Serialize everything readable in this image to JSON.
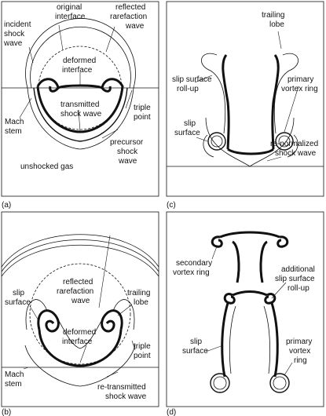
{
  "panels": {
    "a": {
      "letter": "(a)",
      "labels": {
        "original_interface_1": "original",
        "original_interface_2": "interface",
        "reflected_rarefaction_1": "reflected",
        "reflected_rarefaction_2": "rarefaction",
        "reflected_rarefaction_3": "wave",
        "incident_shock_1": "incident",
        "incident_shock_2": "shock",
        "incident_shock_3": "wave",
        "deformed_interface_1": "deformed",
        "deformed_interface_2": "interface",
        "transmitted_shock_1": "transmitted",
        "transmitted_shock_2": "shock wave",
        "triple_point_1": "triple",
        "triple_point_2": "point",
        "mach_stem_1": "Mach",
        "mach_stem_2": "stem",
        "precursor_shock_1": "precursor",
        "precursor_shock_2": "shock",
        "precursor_shock_3": "wave",
        "unshocked_gas": "unshocked gas"
      }
    },
    "b": {
      "letter": "(b)",
      "labels": {
        "reflected_rarefaction_1": "reflected",
        "reflected_rarefaction_2": "rarefaction",
        "reflected_rarefaction_3": "wave",
        "slip_surface_1": "slip",
        "slip_surface_2": "surface",
        "trailing_lobe_1": "trailing",
        "trailing_lobe_2": "lobe",
        "deformed_interface_1": "deformed",
        "deformed_interface_2": "interface",
        "triple_point_1": "triple",
        "triple_point_2": "point",
        "mach_stem_1": "Mach",
        "mach_stem_2": "stem",
        "retransmitted_1": "re-transmitted",
        "retransmitted_2": "shock wave"
      }
    },
    "c": {
      "letter": "(c)",
      "labels": {
        "trailing_lobe_1": "trailing",
        "trailing_lobe_2": "lobe",
        "slip_rollup_1": "slip surface",
        "slip_rollup_2": "roll-up",
        "primary_vortex_1": "primary",
        "primary_vortex_2": "vortex ring",
        "slip_surface_1": "slip",
        "slip_surface_2": "surface",
        "renormalized_1": "re-normalized",
        "renormalized_2": "shock wave"
      }
    },
    "d": {
      "letter": "(d)",
      "labels": {
        "secondary_vortex_1": "secondary",
        "secondary_vortex_2": "vortex ring",
        "additional_rollup_1": "additional",
        "additional_rollup_2": "slip surface",
        "additional_rollup_3": "roll-up",
        "slip_surface_1": "slip",
        "slip_surface_2": "surface",
        "primary_vortex_1": "primary",
        "primary_vortex_2": "vortex",
        "primary_vortex_3": "ring"
      }
    }
  }
}
